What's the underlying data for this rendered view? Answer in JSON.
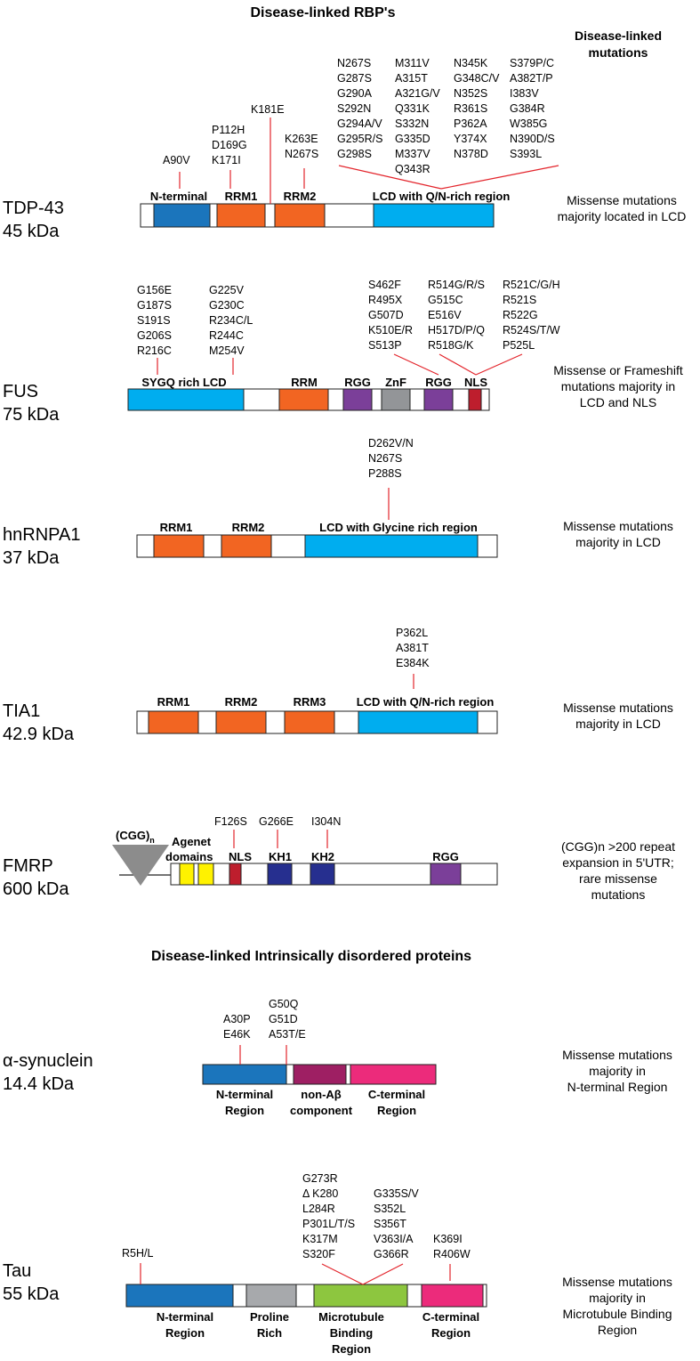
{
  "titles": {
    "rbp": "Disease-linked RBP's",
    "mutations": [
      "Disease-linked",
      "mutations"
    ],
    "idp": "Disease-linked Intrinsically disordered proteins"
  },
  "colors": {
    "lcd": "#00adef",
    "rrm": "#f26522",
    "nterm_blue": "#1b75bc",
    "rgg": "#7b3f99",
    "znf": "#939598",
    "nls": "#be1e2d",
    "agenet": "#fff200",
    "kh": "#262f8f",
    "nonab": "#9e1f63",
    "cterm": "#ec2b7b",
    "proline": "#a7a9ac",
    "mtbr": "#8dc63f",
    "mutation_line": "#e3242b",
    "triangle": "#8c8c8c"
  },
  "proteins": [
    {
      "key": "tdp43",
      "name": "TDP-43",
      "weight": "45 kDa",
      "note": [
        "Missense mutations",
        "majority located in LCD"
      ],
      "domain_labels": [
        "N-terminal",
        "RRM1",
        "RRM2",
        "LCD with Q/N-rich region"
      ],
      "mutations": [
        [
          "A90V"
        ],
        [
          "P112H",
          "D169G",
          "K171I"
        ],
        [
          "K181E"
        ],
        [
          "K263E",
          "N267S"
        ],
        [
          "N267S",
          "G287S",
          "G290A",
          "S292N",
          "G294A/V",
          "G295R/S",
          "G298S"
        ],
        [
          "M311V",
          "A315T",
          "A321G/V",
          "Q331K",
          "S332N",
          "G335D",
          "M337V",
          "Q343R"
        ],
        [
          "N345K",
          "G348C/V",
          "N352S",
          "R361S",
          "P362A",
          "Y374X",
          "N378D"
        ],
        [
          "S379P/C",
          "A382T/P",
          "I383V",
          "G384R",
          "W385G",
          "N390D/S",
          "S393L"
        ]
      ]
    },
    {
      "key": "fus",
      "name": "FUS",
      "weight": "75 kDa",
      "note": [
        "Missense or Frameshift",
        "mutations majority in",
        "LCD and NLS"
      ],
      "domain_labels": [
        "SYGQ rich LCD",
        "RRM",
        "RGG",
        "ZnF",
        "RGG",
        "NLS"
      ],
      "mutations": [
        [
          "G156E",
          "G187S",
          "S191S",
          "G206S",
          "R216C"
        ],
        [
          "G225V",
          "G230C",
          "R234C/L",
          "R244C",
          "M254V"
        ],
        [
          "S462F",
          "R495X",
          "G507D",
          "K510E/R",
          "S513P"
        ],
        [
          "R514G/R/S",
          "G515C",
          "E516V",
          "H517D/P/Q",
          "R518G/K"
        ],
        [
          "R521C/G/H",
          "R521S",
          "R522G",
          "R524S/T/W",
          "P525L"
        ]
      ]
    },
    {
      "key": "hnrnpa1",
      "name": "hnRNPA1",
      "weight": "37 kDa",
      "note": [
        "Missense mutations",
        "majority in LCD"
      ],
      "domain_labels": [
        "RRM1",
        "RRM2",
        "LCD with Glycine rich region"
      ],
      "mutations": [
        [
          "D262V/N",
          "N267S",
          "P288S"
        ]
      ]
    },
    {
      "key": "tia1",
      "name": "TIA1",
      "weight": "42.9 kDa",
      "note": [
        "Missense mutations",
        "majority in LCD"
      ],
      "domain_labels": [
        "RRM1",
        "RRM2",
        "RRM3",
        "LCD with Q/N-rich region"
      ],
      "mutations": [
        [
          "P362L",
          "A381T",
          "E384K"
        ]
      ]
    },
    {
      "key": "fmrp",
      "name": "FMRP",
      "weight": "600 kDa",
      "note": [
        "(CGG)n >200 repeat",
        "expansion in 5'UTR;",
        "rare missense",
        "mutations"
      ],
      "repeat_label": "(CGG)",
      "repeat_sub": "n",
      "domain_labels": [
        "Agenet",
        "domains",
        "NLS",
        "KH1",
        "KH2",
        "RGG"
      ],
      "mutations": [
        [
          "F126S"
        ],
        [
          "G266E"
        ],
        [
          "I304N"
        ]
      ]
    },
    {
      "key": "asyn",
      "name": "α-synuclein",
      "weight": "14.4 kDa",
      "note": [
        "Missense mutations",
        "majority in",
        "N-terminal Region"
      ],
      "domain_labels": [
        [
          "N-terminal",
          "Region"
        ],
        [
          "non-Aβ",
          "component"
        ],
        [
          "C-terminal",
          "Region"
        ]
      ],
      "mutations": [
        [
          "A30P",
          "E46K"
        ],
        [
          "G50Q",
          "G51D",
          "A53T/E"
        ]
      ]
    },
    {
      "key": "tau",
      "name": "Tau",
      "weight": "55 kDa",
      "note": [
        "Missense mutations",
        "majority in",
        "Microtubule Binding",
        "Region"
      ],
      "domain_labels": [
        [
          "N-terminal",
          "Region"
        ],
        [
          "Proline",
          "Rich"
        ],
        [
          "Microtubule",
          "Binding",
          "Region"
        ],
        [
          "C-terminal",
          "Region"
        ]
      ],
      "mutations": [
        [
          "R5H/L"
        ],
        [
          "G273R",
          "Δ K280",
          "L284R",
          "P301L/T/S",
          "K317M",
          "S320F"
        ],
        [
          "G335S/V",
          "S352L",
          "S356T",
          "V363I/A",
          "G366R"
        ],
        [
          "K369I",
          "R406W"
        ]
      ]
    }
  ]
}
